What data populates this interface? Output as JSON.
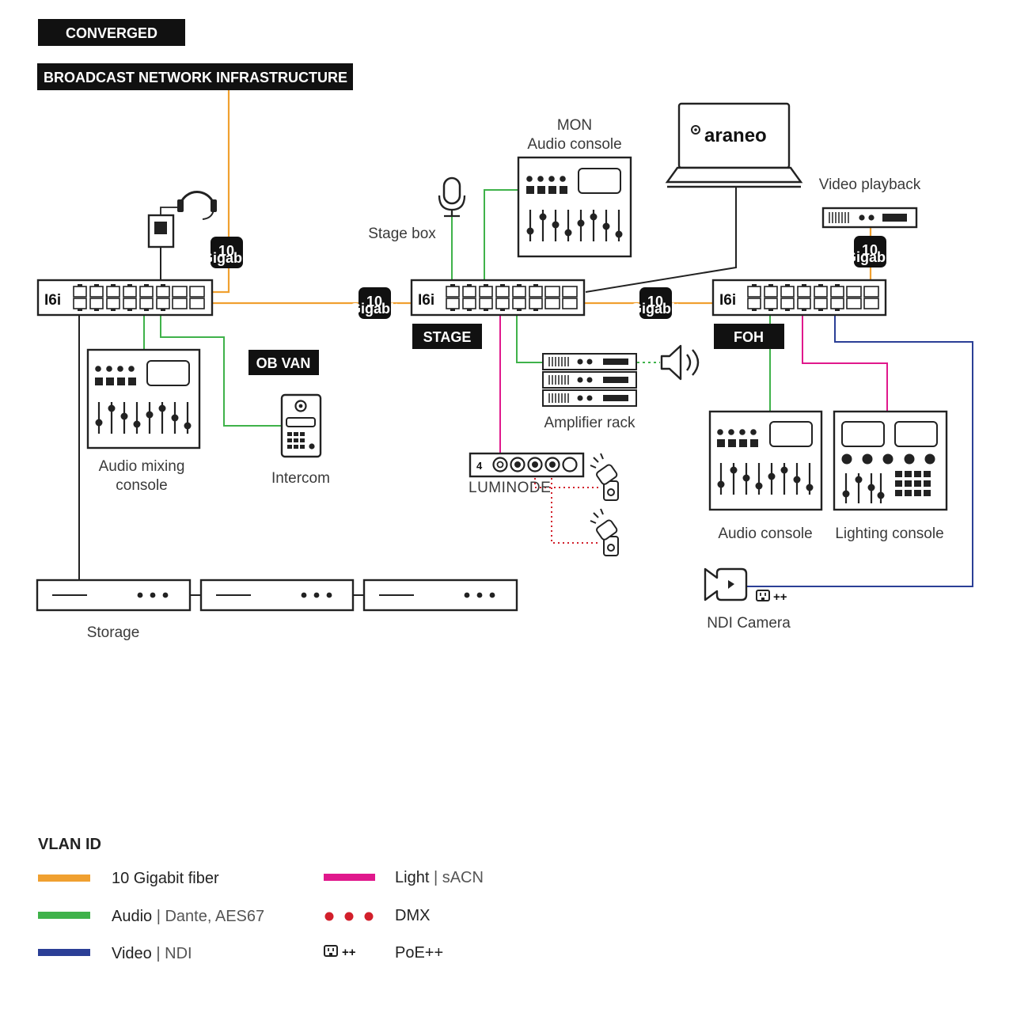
{
  "titles": {
    "converged": "CONVERGED",
    "broadcast": "BROADCAST NETWORK INFRASTRUCTURE"
  },
  "switches": {
    "model": "I6i",
    "stage_tag": "STAGE",
    "foh_tag": "FOH",
    "ob_van_tag": "OB VAN"
  },
  "speed_badge": {
    "value": "10",
    "unit": "Gigabit"
  },
  "devices": {
    "mon_line1": "MON",
    "mon_line2": "Audio console",
    "stage_box": "Stage box",
    "laptop_brand": "araneo",
    "video_playback": "Video playback",
    "amplifier_rack": "Amplifier rack",
    "luminode_brand": "LUMINODE",
    "luminode_port": "4",
    "audio_mixing_line1": "Audio mixing",
    "audio_mixing_line2": "console",
    "intercom": "Intercom",
    "audio_console": "Audio console",
    "lighting_console": "Lighting console",
    "ndi_camera": "NDI Camera",
    "poe_badge": "++",
    "storage": "Storage"
  },
  "legend": {
    "title": "VLAN ID",
    "items": [
      {
        "main": "10 Gigabit fiber",
        "sub": ""
      },
      {
        "main": "Audio",
        "sub": "Dante, AES67"
      },
      {
        "main": "Video",
        "sub": "NDI"
      },
      {
        "main": "Light",
        "sub": "sACN"
      },
      {
        "main": "DMX",
        "sub": ""
      },
      {
        "main": "PoE++",
        "sub": ""
      }
    ],
    "separator": "|",
    "poe_symbol_text": "++"
  },
  "colors": {
    "fiber": "#f0a030",
    "audio": "#3fb24a",
    "video": "#2b3f96",
    "light": "#e0188c",
    "dmx": "#d21f2b",
    "ink": "#222222"
  }
}
